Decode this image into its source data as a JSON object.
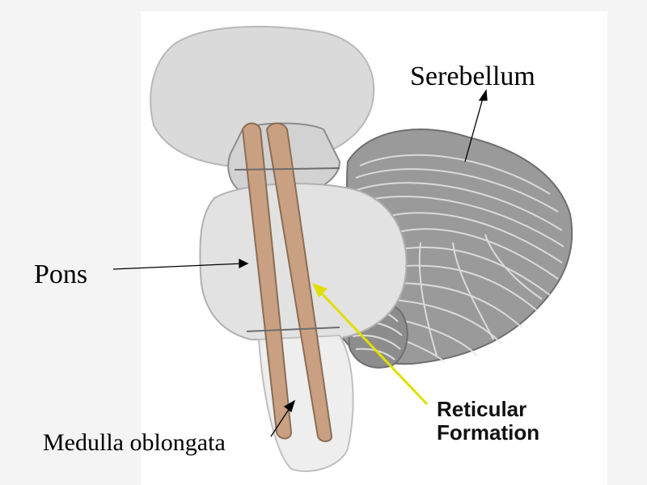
{
  "labels": {
    "cerebellum": "Serebellum",
    "pons": "Pons",
    "medulla": "Medulla oblongata",
    "reticular_line1": "Reticular",
    "reticular_line2": "Formation"
  },
  "colors": {
    "page_background": "#f4f4f4",
    "panel_background": "#ffffff",
    "brain_light_gray": "#d8d8d8",
    "cerebellum_gray": "#9a9a9a",
    "reticular_tract": "#c9a081",
    "reticular_arrow": "#e0df00",
    "label_arrows": "#000000"
  },
  "icons": {
    "brainstem": "brainstem-illustration",
    "cerebellum": "cerebellum-illustration"
  }
}
